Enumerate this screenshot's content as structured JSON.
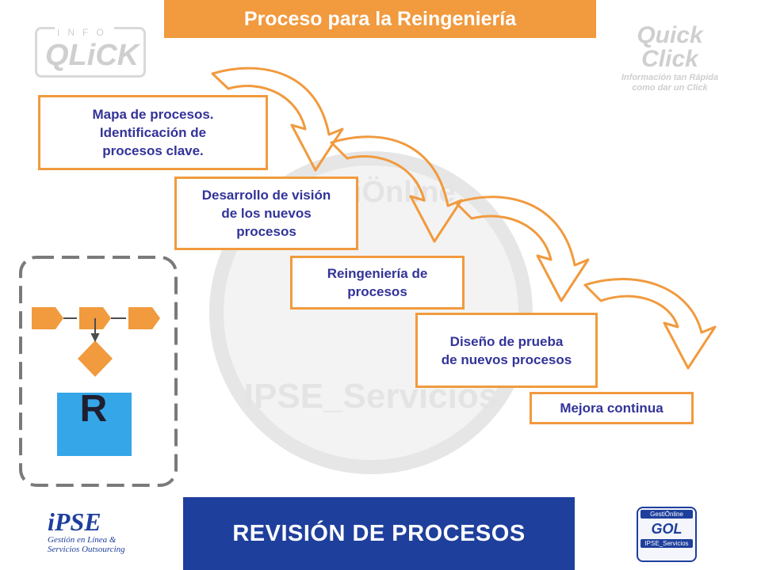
{
  "title": "Proceso para la Reingeniería",
  "steps": [
    {
      "label_lines": [
        "Mapa de procesos.",
        "Identificación de",
        "procesos clave."
      ]
    },
    {
      "label_lines": [
        "Desarrollo de visión",
        "de los nuevos",
        "procesos"
      ]
    },
    {
      "label_lines": [
        "Reingeniería de",
        "procesos"
      ]
    },
    {
      "label_lines": [
        "Diseño de prueba",
        "de nuevos procesos"
      ]
    },
    {
      "label_lines": [
        "Mejora continua"
      ]
    }
  ],
  "footer": "REVISIÓN DE PROCESOS",
  "sidebar_letter": "R",
  "logos": {
    "infoqlick": {
      "top": "INFO",
      "main": "QLiCK"
    },
    "quickclick": {
      "big": "Quick Click",
      "tagline": "Información tan Rápida como dar un Click"
    },
    "ipse": {
      "name": "iPSE",
      "tagline_1": "Gestión en Línea &",
      "tagline_2": "Servicios Outsourcing"
    },
    "gestionline": {
      "top": "GestiÖnline",
      "main": "GOL",
      "bottom": "IPSE_Servicios"
    }
  },
  "watermark": {
    "top": "GestiÖnline",
    "bottom": "IPSE_Servicios"
  },
  "colors": {
    "accent": "#f19a3e",
    "text": "#333399",
    "footer_bg": "#1e3f9c"
  }
}
